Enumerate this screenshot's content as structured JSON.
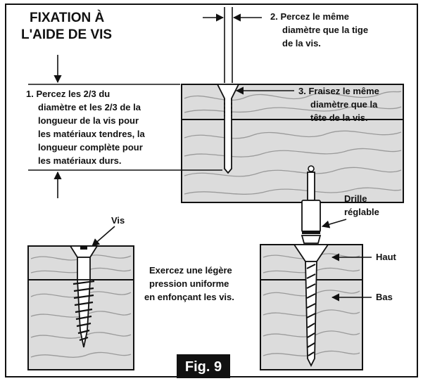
{
  "title": {
    "line1": "FIXATION À",
    "line2": "L'AIDE DE VIS"
  },
  "step1": {
    "lines": [
      "1. Percez les 2/3 du",
      "diamètre et les 2/3 de la",
      "longueur de la vis pour",
      "les matériaux tendres, la",
      "longueur complète pour",
      "les matériaux durs."
    ]
  },
  "step2": {
    "lines": [
      "2. Percez le même",
      "diamètre que la tige",
      "de la vis."
    ]
  },
  "step3": {
    "lines": [
      "3. Fraisez le même",
      "diamètre que la",
      "tête de la vis."
    ]
  },
  "screw_label": "Vis",
  "pressure_note": {
    "lines": [
      "Exercez une légère",
      "pression uniforme",
      "en enfonçant les vis."
    ]
  },
  "drill": {
    "label_lines": [
      "Drille",
      "réglable"
    ],
    "top_label": "Haut",
    "bottom_label": "Bas"
  },
  "figure_label": "Fig. 9",
  "colors": {
    "wood": "#dcdcdc",
    "wood_grain": "#9a9a9a",
    "ink": "#111111",
    "figure_badge": "#111111"
  }
}
